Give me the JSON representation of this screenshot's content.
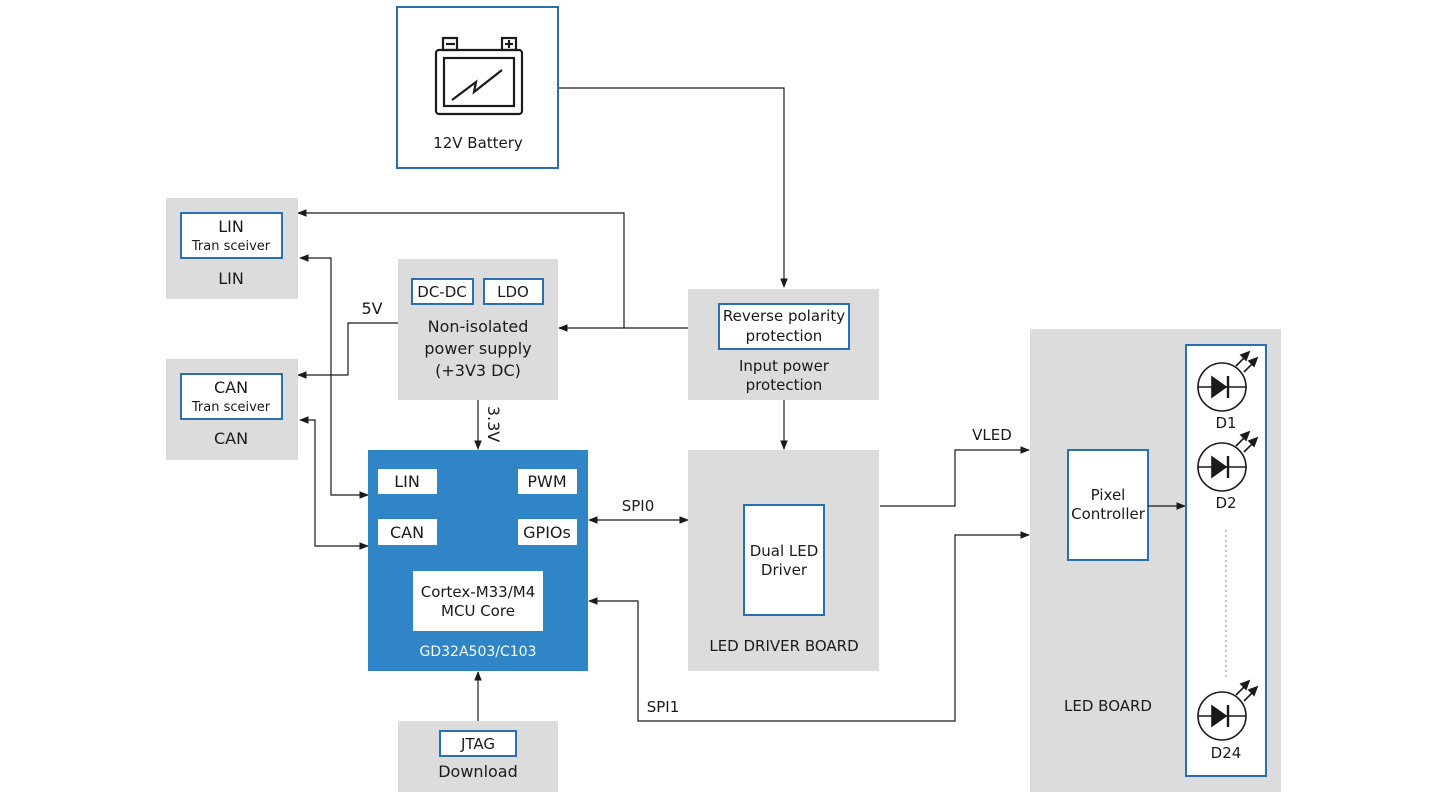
{
  "battery": {
    "label": "12V Battery",
    "icon": "battery-icon"
  },
  "lin_block": {
    "inner_title": "LIN",
    "inner_sub": "Tran sceiver",
    "caption": "LIN"
  },
  "can_block": {
    "inner_title": "CAN",
    "inner_sub": "Tran sceiver",
    "caption": "CAN"
  },
  "power_supply": {
    "dcdc": "DC-DC",
    "ldo": "LDO",
    "line1": "Non-isolated",
    "line2": "power supply",
    "line3": "(+3V3 DC)"
  },
  "input_protection": {
    "inner_line1": "Reverse polarity",
    "inner_line2": "protection",
    "caption_line1": "Input power",
    "caption_line2": "protection"
  },
  "mcu": {
    "lin": "LIN",
    "pwm": "PWM",
    "can": "CAN",
    "gpios": "GPIOs",
    "core_line1": "Cortex-M33/M4",
    "core_line2": "MCU Core",
    "name": "GD32A503/C103",
    "color": "#2f85c6"
  },
  "led_driver_board": {
    "inner_line1": "Dual LED",
    "inner_line2": "Driver",
    "caption": "LED DRIVER BOARD"
  },
  "led_board": {
    "controller_line1": "Pixel",
    "controller_line2": "Controller",
    "caption": "LED BOARD",
    "leds": [
      "D1",
      "D2",
      "D24"
    ]
  },
  "jtag": {
    "inner": "JTAG",
    "caption": "Download"
  },
  "signals": {
    "v5": "5V",
    "v33": "3.3V",
    "spi0": "SPI0",
    "spi1": "SPI1",
    "vled": "VLED"
  },
  "colors": {
    "gray": "#dcdcdc",
    "blue_border": "#2a6fb0",
    "mcu_blue": "#2f85c6"
  }
}
